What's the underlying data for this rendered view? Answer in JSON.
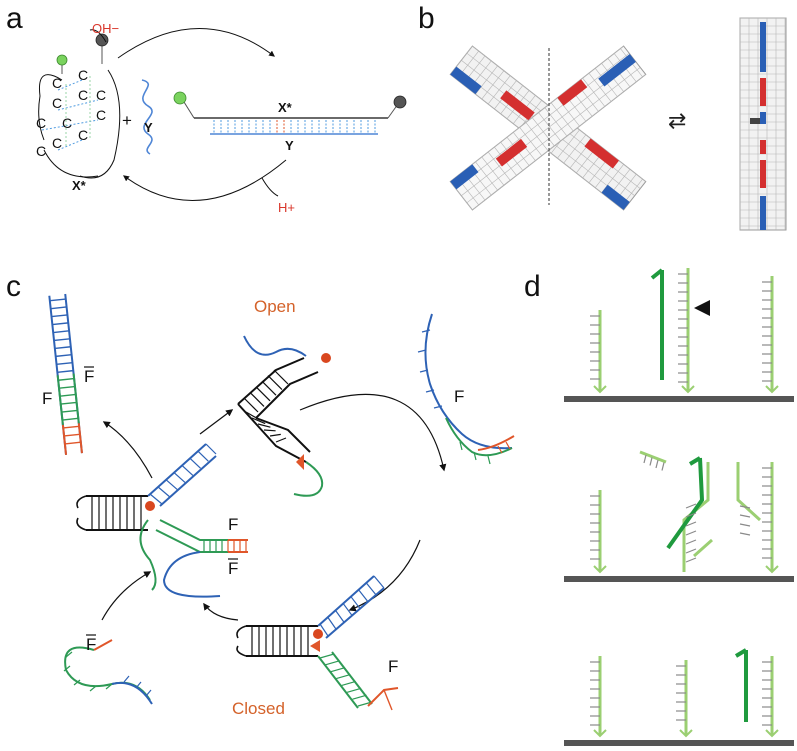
{
  "panels": {
    "a": {
      "letter": "a",
      "oh_label": "OH−",
      "h_label": "H+",
      "x_star_left": "X*",
      "x_star_right": "X*",
      "y_left": "Y",
      "y_right": "Y",
      "plus": "+",
      "c_letter": "C"
    },
    "b": {
      "letter": "b",
      "equilibrium": "⇄"
    },
    "c": {
      "letter": "c",
      "open_label": "Open",
      "closed_label": "Closed",
      "f_label": "F",
      "fbar_label": "F"
    },
    "d": {
      "letter": "d"
    }
  },
  "colors": {
    "red": "#d9362b",
    "blue": "#2e62b5",
    "green": "#2e9a55",
    "orange": "#e0562a",
    "light_green": "#9bcf72",
    "dark_green": "#1f9a3e",
    "black": "#111111"
  }
}
